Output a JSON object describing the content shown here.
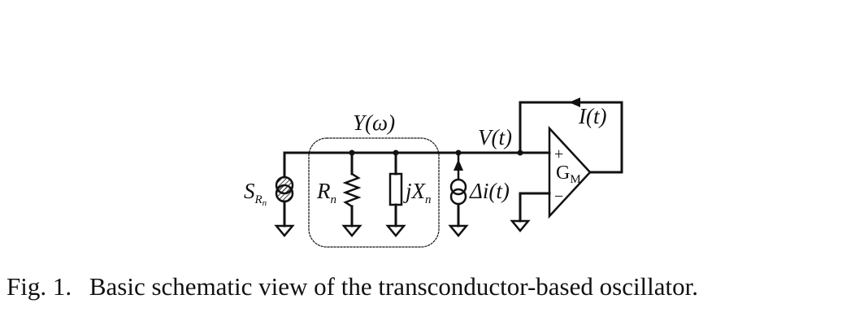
{
  "figure": {
    "labels": {
      "admittance": "Y(ω)",
      "voltage": "V(t)",
      "current": "I(t)",
      "noise_source_symbol": "S",
      "noise_source_subscript": "R",
      "noise_source_subsubscript": "n",
      "resistor_symbol": "R",
      "resistor_subscript": "n",
      "reactance_symbol": "jX",
      "reactance_subscript": "n",
      "delta_current": "Δi(t)",
      "gm_main": "G",
      "gm_subscript": "M",
      "plus_sign": "+",
      "minus_sign": "−"
    },
    "caption": {
      "number": "Fig. 1.",
      "text": "Basic schematic view of the transconductor-based oscillator."
    }
  }
}
